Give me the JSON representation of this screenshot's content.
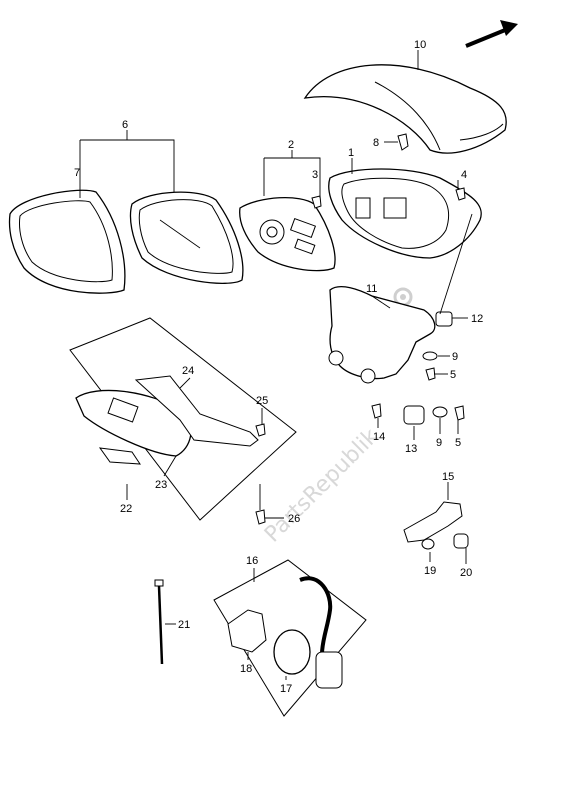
{
  "diagram": {
    "watermark": "PartsRepublik",
    "callouts": {
      "c1": "1",
      "c2": "2",
      "c3": "3",
      "c4": "4",
      "c5a": "5",
      "c5b": "5",
      "c6": "6",
      "c7": "7",
      "c8": "8",
      "c9a": "9",
      "c9b": "9",
      "c10": "10",
      "c11": "11",
      "c12": "12",
      "c13": "13",
      "c14": "14",
      "c15": "15",
      "c16": "16",
      "c17": "17",
      "c18": "18",
      "c19": "19",
      "c20": "20",
      "c21": "21",
      "c22": "22",
      "c23": "23",
      "c24": "24",
      "c25": "25",
      "c26": "26"
    },
    "icons": {
      "direction": "front-arrow-icon",
      "watermark_gear": "gear-icon"
    }
  }
}
